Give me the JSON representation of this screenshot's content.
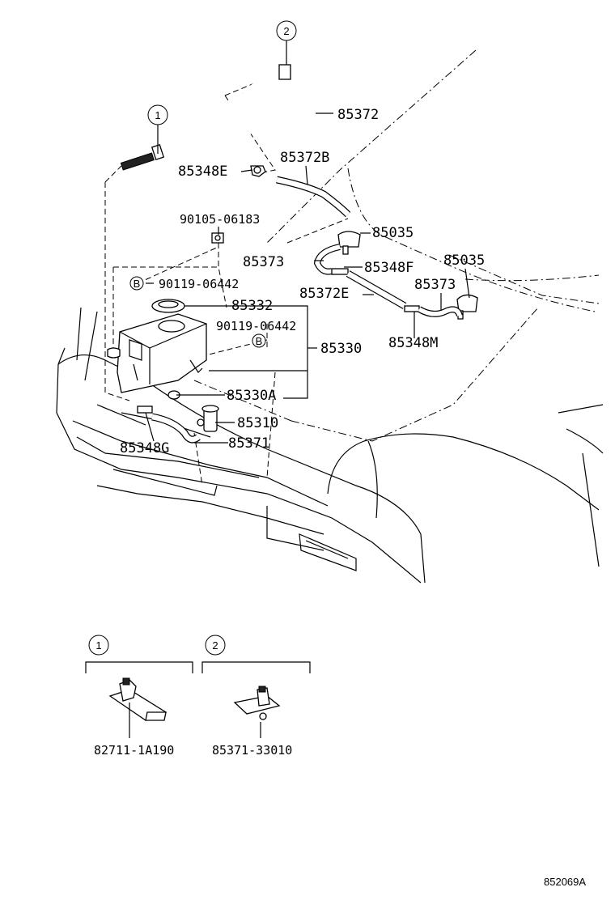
{
  "callouts": [
    {
      "id": "c1",
      "text": "1"
    },
    {
      "id": "c2",
      "text": "2"
    }
  ],
  "parts": {
    "p85372": "85372",
    "p85372B": "85372B",
    "p85348E": "85348E",
    "p90105": "90105-06183",
    "p85035a": "85035",
    "p85035b": "85035",
    "p85373a": "85373",
    "p85373b": "85373",
    "p85348F": "85348F",
    "pB1mark": "B",
    "p90119a": "90119-06442",
    "p85372E": "85372E",
    "p85332": "85332",
    "p90119b": "90119-06442",
    "pB2mark": "B",
    "p85330": "85330",
    "p85348M": "85348M",
    "p85330A": "85330A",
    "p85310": "85310",
    "p85348G": "85348G",
    "p85371": "85371"
  },
  "detail": {
    "box1_callout": "1",
    "box1_part": "82711-1A190",
    "box2_callout": "2",
    "box2_part": "85371-33010"
  },
  "figure_code": "852069A"
}
